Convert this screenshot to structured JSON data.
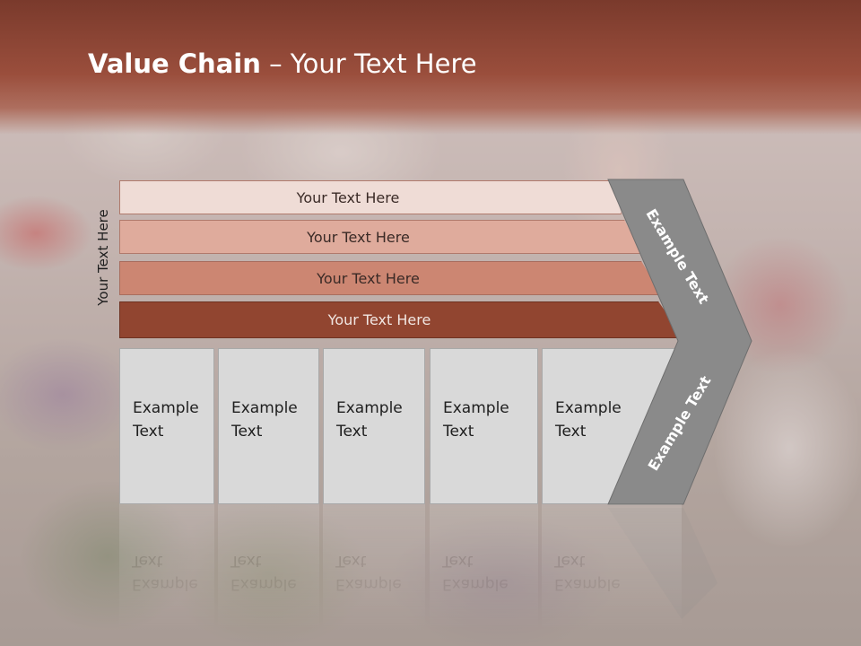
{
  "slide": {
    "title_bold": "Value Chain",
    "title_rest": " – Your Text Here",
    "side_label": "Your Text Here"
  },
  "bars": [
    {
      "label": "Your Text Here"
    },
    {
      "label": "Your Text Here"
    },
    {
      "label": "Your Text Here"
    },
    {
      "label": "Your Text Here"
    }
  ],
  "boxes": [
    {
      "line1": "Example",
      "line2": "Text"
    },
    {
      "line1": "Example",
      "line2": "Text"
    },
    {
      "line1": "Example",
      "line2": "Text"
    },
    {
      "line1": "Example",
      "line2": "Text"
    },
    {
      "line1": "Example",
      "line2": "Text"
    }
  ],
  "chevron": {
    "top_label": "Example Text",
    "bottom_label": "Example Text"
  },
  "colors": {
    "header": "#9a4e3c",
    "bar1": "#efdcd6",
    "bar2": "#dfab9c",
    "bar3": "#cc8672",
    "bar4": "#914530",
    "chevron": "#8a8a8a",
    "box": "#d9d9d9"
  }
}
